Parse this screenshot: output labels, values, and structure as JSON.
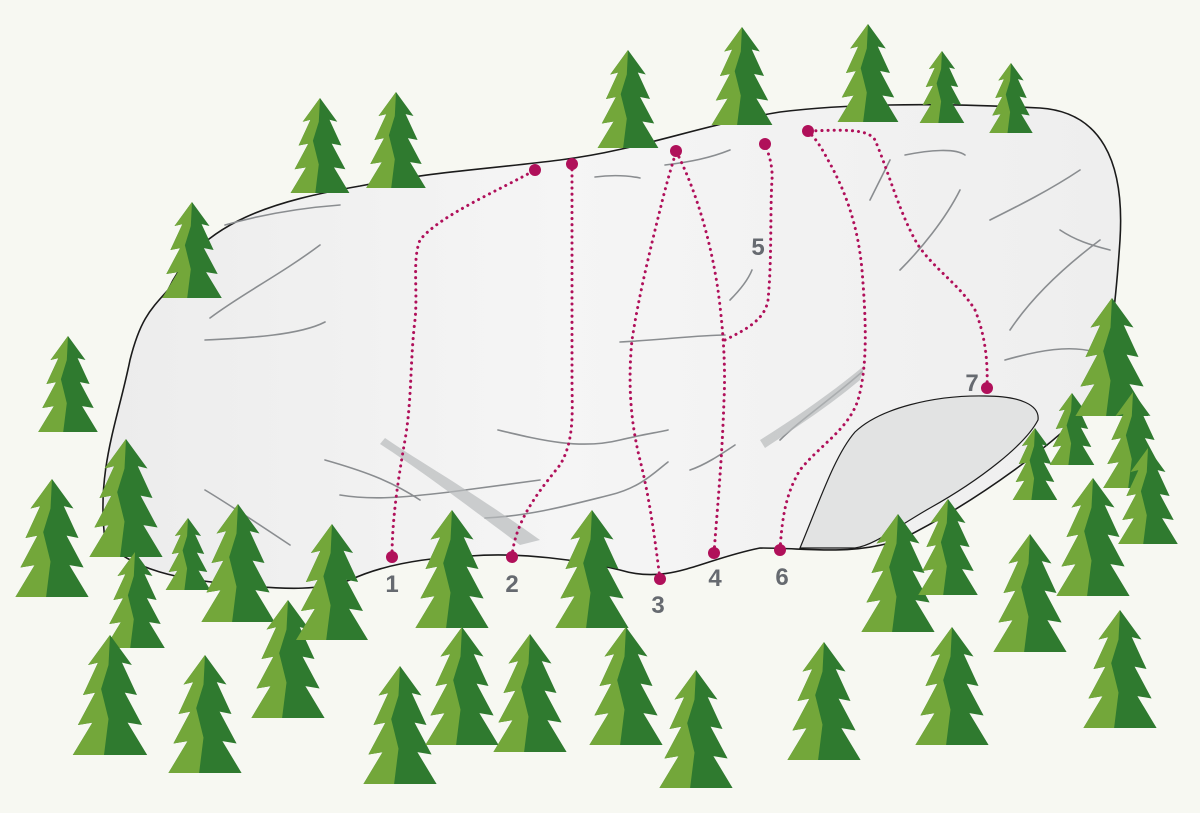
{
  "colors": {
    "background": "#f7f8f2",
    "boulder_fill": "#f0f1f1",
    "boulder_outline": "#1b1b1b",
    "overhang_fill": "#e2e3e3",
    "crack_lines": "#8a8d90",
    "route_color": "#b0105a",
    "label_color": "#666a70",
    "tree_dark": "#2f7a2f",
    "tree_light": "#73a73a"
  },
  "icons": {
    "tree": "conifer-tree-icon",
    "route_dot": "route-endpoint-dot"
  },
  "routes": [
    {
      "number": "1"
    },
    {
      "number": "2"
    },
    {
      "number": "3"
    },
    {
      "number": "4"
    },
    {
      "number": "5"
    },
    {
      "number": "6"
    },
    {
      "number": "7"
    }
  ]
}
